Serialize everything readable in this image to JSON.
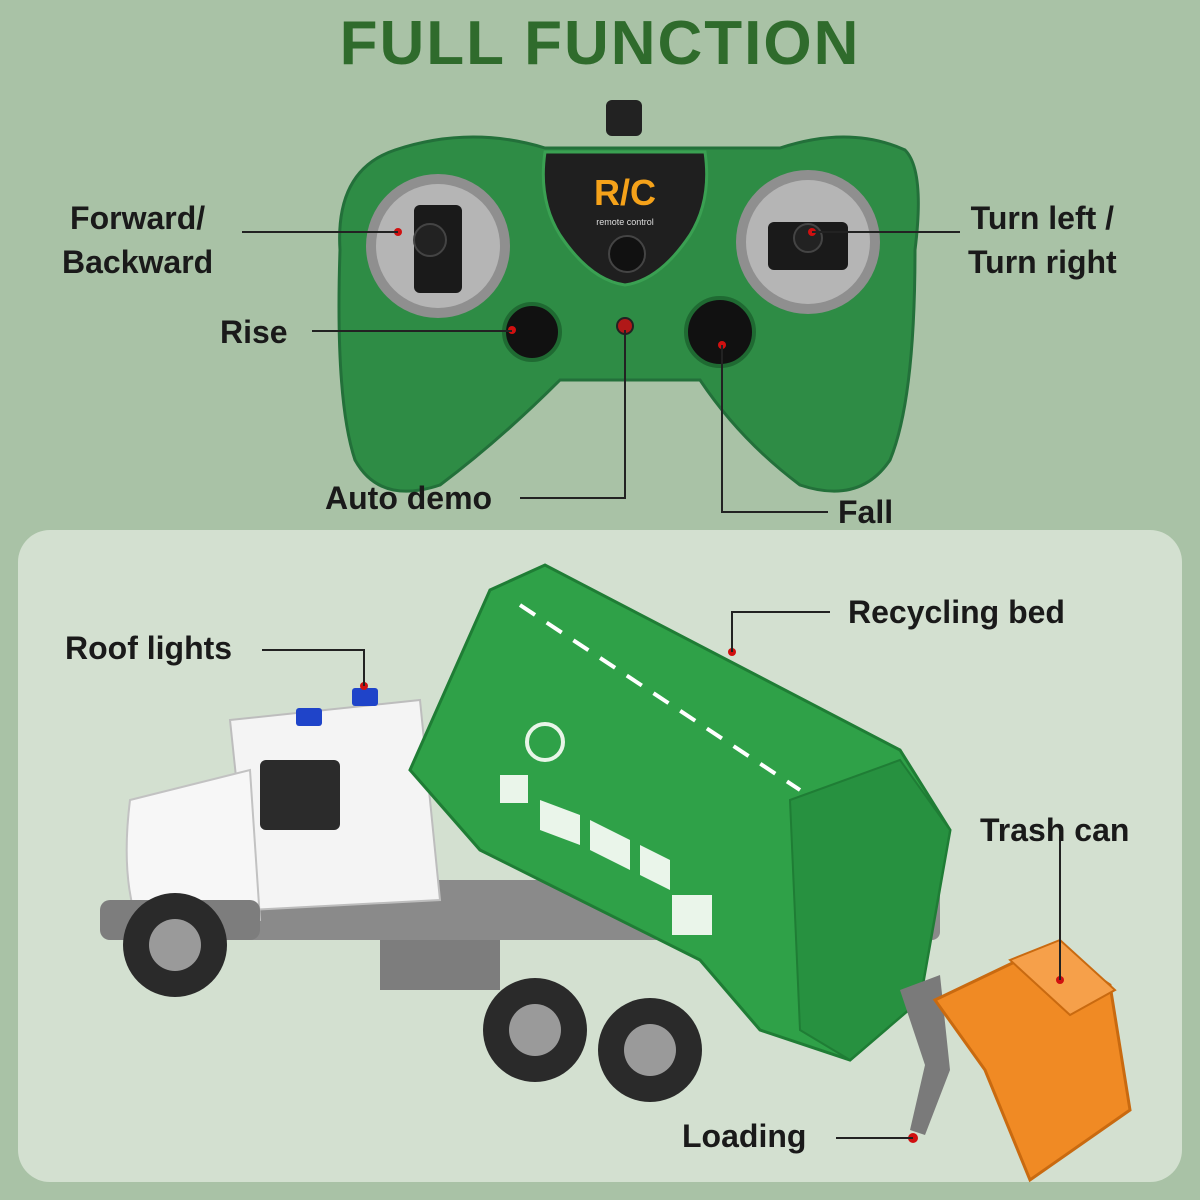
{
  "title": "FULL FUNCTION",
  "remote": {
    "brand": "R/C",
    "brand_sub": "remote control",
    "labels": {
      "forward_line1": "Forward/",
      "forward_line2": "Backward",
      "turn_line1": "Turn left /",
      "turn_line2": "Turn right",
      "rise": "Rise",
      "auto_demo": "Auto demo",
      "fall": "Fall"
    }
  },
  "truck": {
    "labels": {
      "roof_lights": "Roof lights",
      "recycling_bed": "Recycling bed",
      "trash_can": "Trash can",
      "loading": "Loading"
    }
  },
  "colors": {
    "background": "#a9c2a6",
    "title": "#2f6b2c",
    "panel": "#d3e0d0",
    "remote_green": "#2e8c45",
    "truck_green": "#2fa148",
    "trash_can": "#f08a24"
  }
}
